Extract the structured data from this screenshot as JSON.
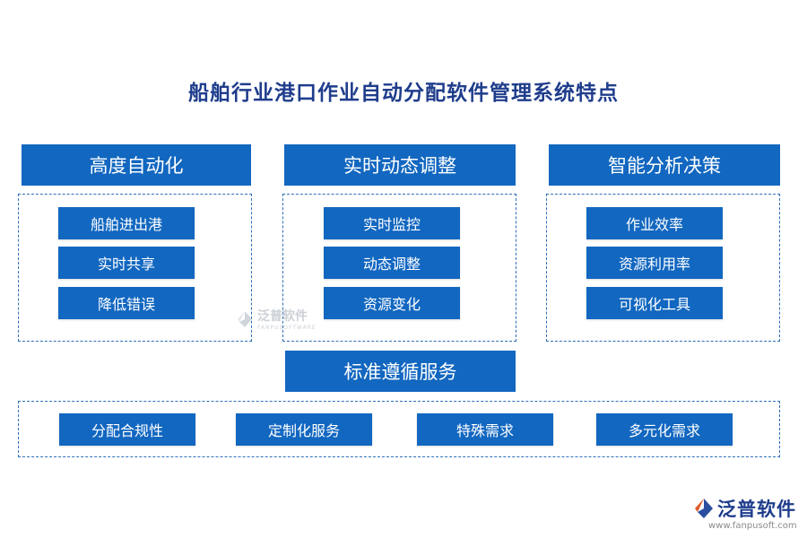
{
  "title": "船舶行业港口作业自动分配软件管理系统特点",
  "sections": [
    {
      "heading": "高度自动化",
      "items": [
        "船舶进出港",
        "实时共享",
        "降低错误"
      ]
    },
    {
      "heading": "实时动态调整",
      "items": [
        "实时监控",
        "动态调整",
        "资源变化"
      ]
    },
    {
      "heading": "智能分析决策",
      "items": [
        "作业效率",
        "资源利用率",
        "可视化工具"
      ]
    }
  ],
  "bottom": {
    "heading": "标准遵循服务",
    "items": [
      "分配合规性",
      "定制化服务",
      "特殊需求",
      "多元化需求"
    ]
  },
  "watermark": {
    "text": "泛普软件",
    "sub": "FANPUSOFTWARE"
  },
  "brand": {
    "name": "泛普软件",
    "url": "www.fanpusoft.com"
  },
  "colors": {
    "primary": "#1267c0",
    "title": "#1f3d8c",
    "border": "#2d6fb8"
  }
}
